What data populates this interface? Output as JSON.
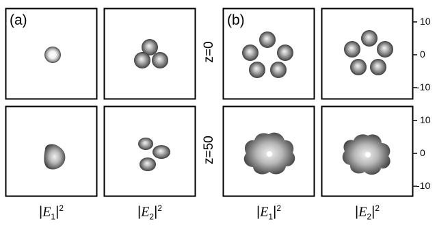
{
  "figure": {
    "panel_labels": [
      "(a)",
      "(b)"
    ],
    "row_labels": [
      "z=0",
      "z=50"
    ],
    "column_labels": [
      {
        "bar": "|",
        "var": "E",
        "sub": "1",
        "close": "|",
        "sup": "2"
      },
      {
        "bar": "|",
        "var": "E",
        "sub": "2",
        "close": "|",
        "sup": "2"
      },
      {
        "bar": "|",
        "var": "E",
        "sub": "1",
        "close": "|",
        "sup": "2"
      },
      {
        "bar": "|",
        "var": "E",
        "sub": "2",
        "close": "|",
        "sup": "2"
      }
    ],
    "right_axis_ticks": [
      "10",
      "0",
      "-10"
    ],
    "colors": {
      "frame": "#000000",
      "blob_light": "#f4f4f4",
      "blob_dark": "#3a3a3a",
      "background": "#ffffff"
    }
  }
}
